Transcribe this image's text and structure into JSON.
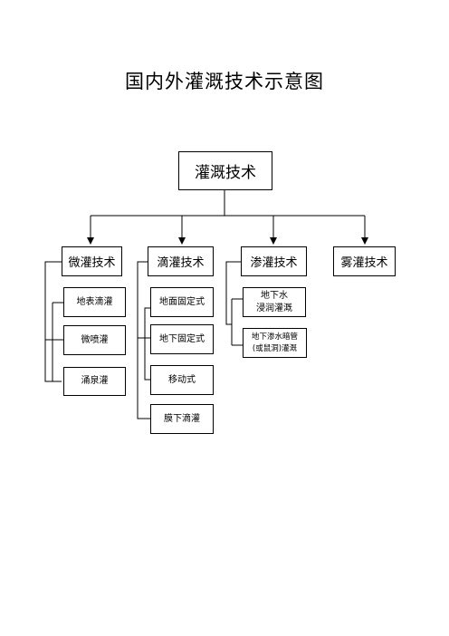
{
  "title": "国内外灌溉技术示意图",
  "root": "灌溉技术",
  "categories": [
    {
      "label": "微灌技术",
      "children": [
        "地表滴灌",
        "微喷灌",
        "涌泉灌"
      ]
    },
    {
      "label": "滴灌技术",
      "children": [
        "地面固定式",
        "地下固定式",
        "移动式",
        "膜下滴灌"
      ]
    },
    {
      "label": "渗灌技术",
      "children": [
        [
          "地下水",
          "浸润灌溉"
        ],
        [
          "地下渗水暗管",
          "(或鼠洞)灌溉"
        ]
      ]
    },
    {
      "label": "雾灌技术",
      "children": []
    }
  ]
}
